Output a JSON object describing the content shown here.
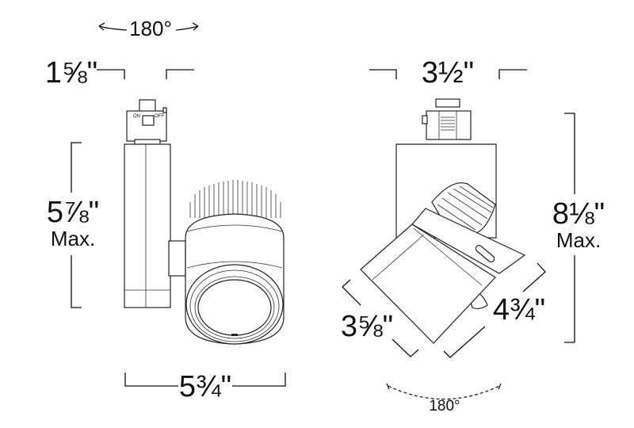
{
  "side_view": {
    "rotation_label": "180°",
    "width_label": "1⅝\"",
    "height_label": "5⅞\"",
    "height_qualifier": "Max.",
    "depth_label": "5¾\"",
    "switch_on": "ON",
    "switch_off": "OFF"
  },
  "front_view": {
    "width_label": "3½\"",
    "height_label": "8⅛\"",
    "height_qualifier": "Max.",
    "head_diameter_label": "3⅝\"",
    "head_length_label": "4¾\"",
    "rotation_label": "180°"
  },
  "colors": {
    "line": "#111111",
    "background": "#ffffff"
  }
}
